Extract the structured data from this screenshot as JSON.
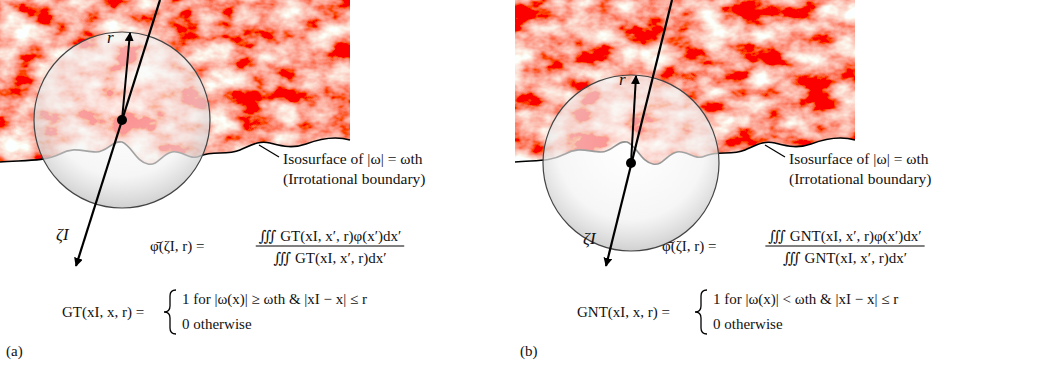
{
  "diagram": {
    "labels": [
      "r",
      "ζI",
      "Isosurface of |ω| = ωth",
      "(Irrotational boundary)",
      "φ̄(ζI, r) =",
      "∭ GT(xI, x′, r)φ(x′)dx′",
      "∭ GT(xI, x′, r)dx′",
      "GT(xI, x, r) =",
      "1 for |ω(x)| ≥ ωth & |xI − x| ≤ r",
      "0 otherwise",
      "(a)",
      "r",
      "ζI",
      "Isosurface of |ω| = ωth",
      "(Irrotational boundary)",
      "φ̄(ζI, r) =",
      "∭ GNT(xI, x′, r)φ(x′)dx′",
      "∭ GNT(xI, x′, r)dx′",
      "GNT(xI, x, r) =",
      "1 for |ω(x)| < ωth & |xI − x| ≤ r",
      "0 otherwise",
      "(b)"
    ]
  }
}
